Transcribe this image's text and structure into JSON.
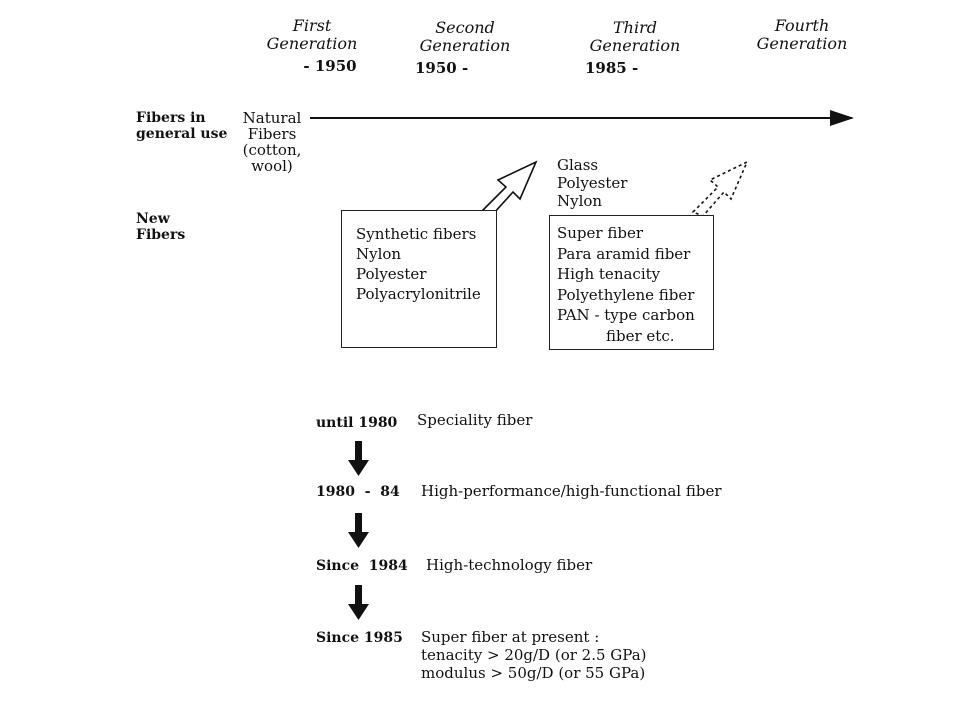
{
  "generations": [
    {
      "label": "First\nGeneration",
      "year": "- 1950"
    },
    {
      "label": "Second\nGeneration",
      "year": "1950 -"
    },
    {
      "label": "Third\nGeneration",
      "year": "1985 -"
    },
    {
      "label": "Fourth\nGeneration",
      "year": ""
    }
  ],
  "rows": {
    "general_use": "Fibers in general use",
    "new_fibers": "New Fibers"
  },
  "natural_fibers": [
    "Natural",
    "Fibers",
    "(cotton,",
    "wool)"
  ],
  "box_synthetic": [
    "Synthetic fibers",
    "Nylon",
    "Polyester",
    "Polyacrylonitrile"
  ],
  "third_gen_general": [
    "Glass",
    "Polyester",
    "Nylon"
  ],
  "box_super": [
    "Super fiber",
    "Para aramid fiber",
    "High tenacity",
    "Polyethylene fiber",
    "PAN - type carbon",
    "fiber etc."
  ],
  "timeline": [
    {
      "year": "until 1980",
      "desc": [
        "Speciality fiber"
      ]
    },
    {
      "year": "1980  -  84",
      "desc": [
        "High-performance/high-functional fiber"
      ]
    },
    {
      "year": "Since  1984",
      "desc": [
        "High-technology fiber"
      ]
    },
    {
      "year": "Since 1985",
      "desc": [
        "Super fiber at present :",
        "tenacity > 20g/D (or 2.5 GPa)",
        "modulus > 50g/D (or 55 GPa)"
      ]
    }
  ]
}
